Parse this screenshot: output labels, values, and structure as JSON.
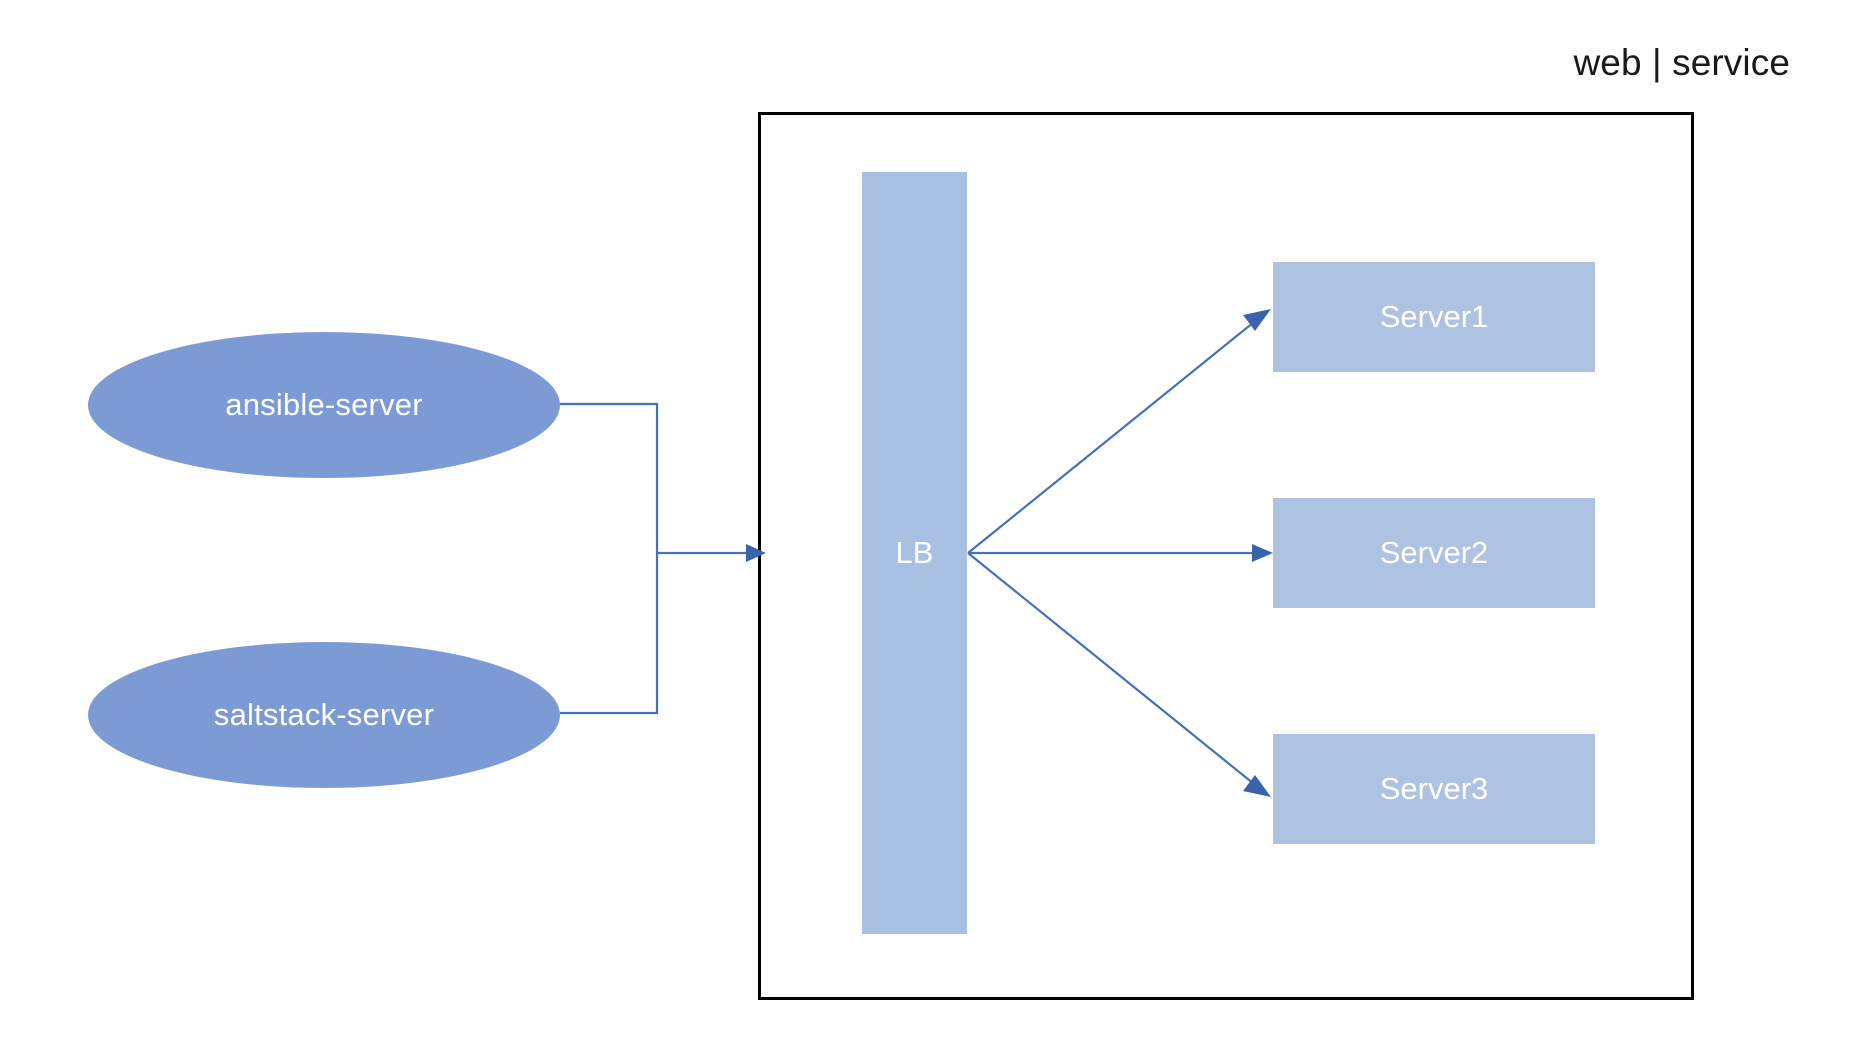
{
  "title": "web | service",
  "colors": {
    "ellipse_fill": "#7C9AD4",
    "lb_fill": "#A8C0E2",
    "server_fill": "#AEC2E2",
    "connector_stroke": "#4472B8",
    "arrowhead_fill": "#3A63AE",
    "box_border": "#000000",
    "node_text": "#FFFFFF",
    "title_text": "#1A1A1A",
    "background": "#FFFFFF"
  },
  "sources": [
    {
      "id": "ansible",
      "label": "ansible-server",
      "shape": "ellipse"
    },
    {
      "id": "saltstack",
      "label": "saltstack-server",
      "shape": "ellipse"
    }
  ],
  "load_balancer": {
    "label": "LB",
    "shape": "rectangle-vertical"
  },
  "servers": [
    {
      "id": "server1",
      "label": "Server1",
      "shape": "rectangle"
    },
    {
      "id": "server2",
      "label": "Server2",
      "shape": "rectangle"
    },
    {
      "id": "server3",
      "label": "Server3",
      "shape": "rectangle"
    }
  ],
  "edges": [
    {
      "from": "ansible",
      "to": "LB",
      "style": "orthogonal",
      "arrow": true
    },
    {
      "from": "saltstack",
      "to": "LB",
      "style": "orthogonal",
      "arrow": true
    },
    {
      "from": "LB",
      "to": "server1",
      "style": "straight",
      "arrow": true
    },
    {
      "from": "LB",
      "to": "server2",
      "style": "straight",
      "arrow": true
    },
    {
      "from": "LB",
      "to": "server3",
      "style": "straight",
      "arrow": true
    }
  ]
}
